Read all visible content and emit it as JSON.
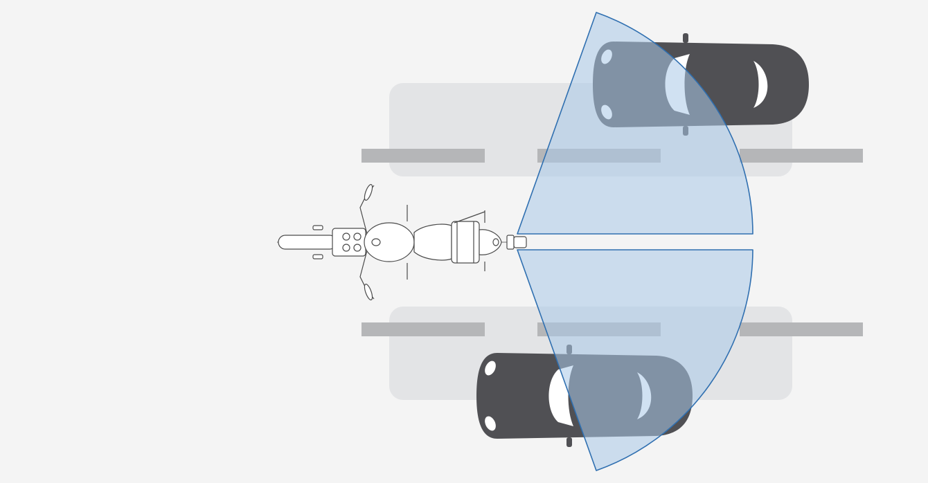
{
  "diagram": {
    "subject": "motorcycle-blind-spot-top-view",
    "colors": {
      "background": "#f4f4f4",
      "lane_zone": "#e3e4e6",
      "lane_marking": "#b5b6b8",
      "car_body": "#505054",
      "car_glass": "#ffffff",
      "detection_fill": "#a9c8e8",
      "detection_stroke": "#2f6fb0",
      "motorcycle_stroke": "#4a4a4a",
      "motorcycle_fill": "#ffffff"
    },
    "elements": [
      {
        "id": "left-lane-zone",
        "kind": "adjacent-lane"
      },
      {
        "id": "right-lane-zone",
        "kind": "adjacent-lane"
      },
      {
        "id": "car-left-lane",
        "kind": "car",
        "heading": "right"
      },
      {
        "id": "car-right-lane",
        "kind": "car",
        "heading": "right"
      },
      {
        "id": "motorcycle",
        "kind": "motorcycle",
        "heading": "right"
      },
      {
        "id": "detection-zone-left",
        "kind": "sensor-coverage"
      },
      {
        "id": "detection-zone-right",
        "kind": "sensor-coverage"
      }
    ]
  }
}
